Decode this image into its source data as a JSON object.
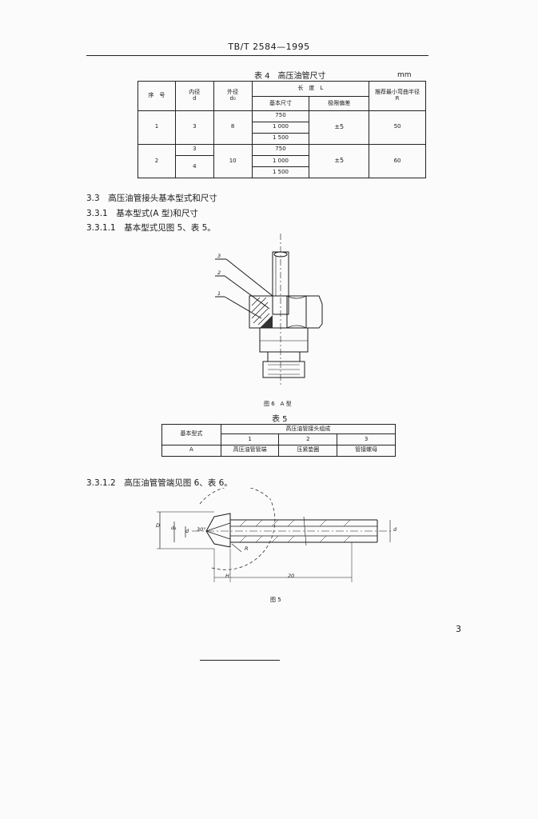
{
  "header": {
    "standard_no": "TB/T 2584—1995"
  },
  "table4": {
    "caption": "表 4　高压油管尺寸",
    "unit": "mm",
    "headers": {
      "seq": "序　号",
      "inner": "内径",
      "inner_sym": "d",
      "outer": "外径",
      "outer_sym": "d₀",
      "length": "长　度　L",
      "basic": "基本尺寸",
      "tolerance": "极限偏差",
      "radius": "推荐最小弯曲半径",
      "radius_sym": "R"
    },
    "rows": [
      {
        "seq": "1",
        "inner": [
          "3"
        ],
        "outer": "8",
        "lengths": [
          "750",
          "1 000",
          "1 500"
        ],
        "tolerance": "±5",
        "radius": "50"
      },
      {
        "seq": "2",
        "inner": [
          "3",
          "4"
        ],
        "outer": "10",
        "lengths": [
          "750",
          "1 000",
          "1 500"
        ],
        "tolerance": "±5",
        "radius": "60"
      }
    ]
  },
  "sections": {
    "s1": "3.3　高压油管接头基本型式和尺寸",
    "s2": "3.3.1　基本型式(A 型)和尺寸",
    "s3": "3.3.1.1　基本型式见图 5、表 5。",
    "s4": "3.3.1.2　高压油管管端见图 6、表 6。"
  },
  "figure_a": {
    "labels": [
      "3",
      "2",
      "1"
    ],
    "caption": "图 6　A 型"
  },
  "table5": {
    "caption": "表 5",
    "head_left": "基本型式",
    "head_group": "高压油管接头组成",
    "nums": [
      "1",
      "2",
      "3"
    ],
    "row": {
      "type": "A",
      "items": [
        "高压油管管端",
        "压紧垫圈",
        "管接螺母"
      ]
    }
  },
  "figure_b": {
    "labels": {
      "d": "D",
      "d1": "d₁",
      "angle": "30°",
      "dia": "d",
      "r": "R",
      "h": "H",
      "len": "20",
      "end": "d"
    },
    "caption": "图 5"
  },
  "page_number": "3"
}
